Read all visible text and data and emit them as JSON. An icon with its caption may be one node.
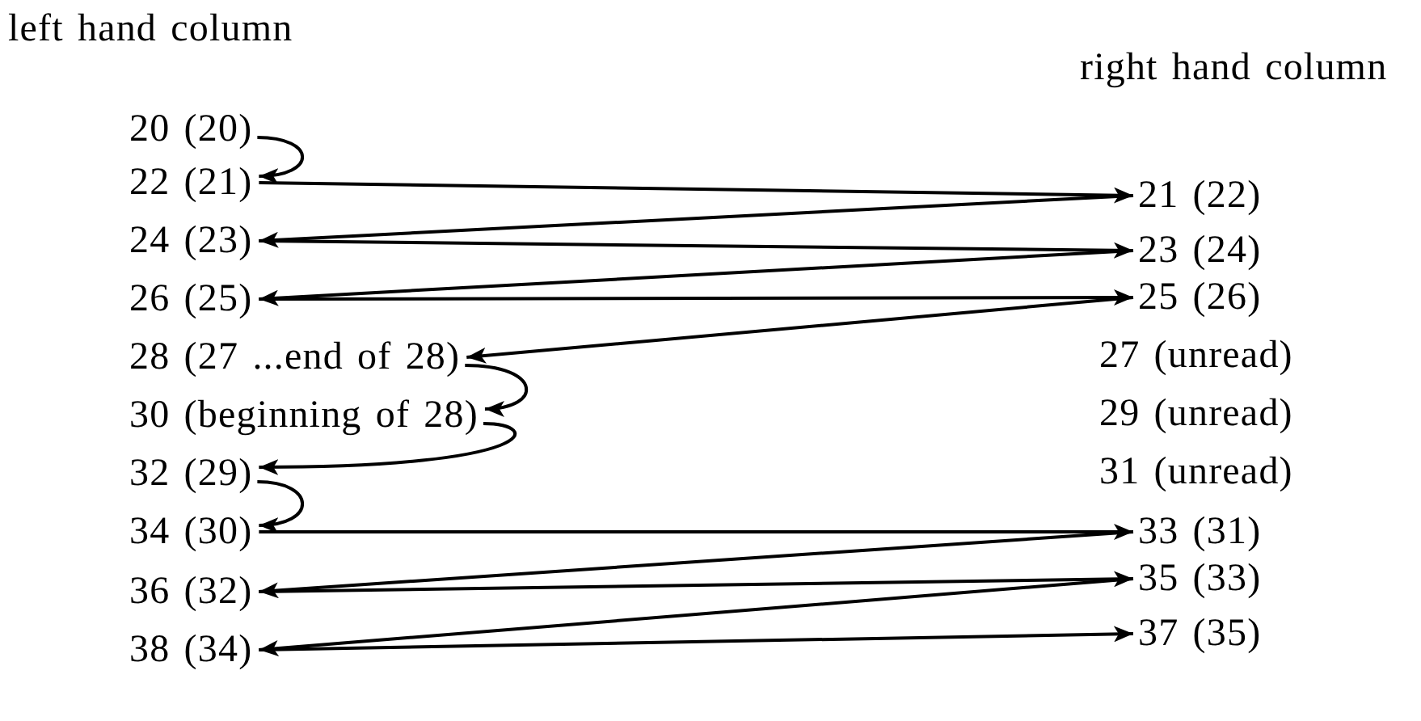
{
  "diagram": {
    "nodes": [
      {
        "text": [
          "20 (20)"
        ]
      },
      {
        "text": [
          "22 (21)"
        ]
      },
      {
        "text": [
          "24 (23)"
        ]
      },
      {
        "text": [
          "26 (25)"
        ]
      },
      {
        "text": [
          "28 (27 ...end of 28)"
        ]
      },
      {
        "text": [
          "30 (beginning of 28)"
        ]
      },
      {
        "text": [
          "32 (29)"
        ]
      },
      {
        "text": [
          "34 (30)"
        ]
      },
      {
        "text": [
          "36 (32)"
        ]
      },
      {
        "text": [
          "38 (34)"
        ]
      },
      {
        "text": [
          "21 (22)"
        ]
      },
      {
        "text": [
          "23 (24)"
        ]
      },
      {
        "text": [
          "25 (26)"
        ]
      },
      {
        "text": [
          "27 (unread)"
        ]
      },
      {
        "text": [
          "29 (unread)"
        ]
      },
      {
        "text": [
          "31 (unread)"
        ]
      },
      {
        "text": [
          "33 (31)"
        ]
      },
      {
        "text": [
          "35 (33)"
        ]
      },
      {
        "text": [
          "37 (35)"
        ]
      }
    ],
    "edges": [
      {
        "from": 0,
        "to": 1,
        "arrow": "to"
      },
      {
        "from": 1,
        "to": 10,
        "arrow": "to"
      },
      {
        "from": 10,
        "to": 2,
        "arrow": "to"
      },
      {
        "from": 2,
        "to": 11,
        "arrow": "to"
      },
      {
        "from": 11,
        "to": 3,
        "arrow": "to"
      },
      {
        "from": 3,
        "to": 12,
        "arrow": "to"
      },
      {
        "from": 12,
        "to": 4,
        "arrow": "to"
      },
      {
        "from": 4,
        "to": 5,
        "arrow": "to"
      },
      {
        "from": 5,
        "to": 6,
        "arrow": "to"
      },
      {
        "from": 6,
        "to": 7,
        "arrow": "to"
      },
      {
        "from": 7,
        "to": 16,
        "arrow": "to"
      },
      {
        "from": 16,
        "to": 8,
        "arrow": "to"
      },
      {
        "from": 8,
        "to": 17,
        "arrow": "to"
      },
      {
        "from": 17,
        "to": 9,
        "arrow": "to"
      },
      {
        "from": 9,
        "to": 18,
        "arrow": "to"
      }
    ],
    "labels": [
      "left hand column",
      "right hand column"
    ]
  }
}
